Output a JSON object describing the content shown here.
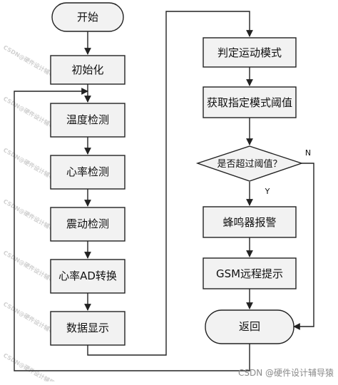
{
  "nodes": {
    "start": "开始",
    "init": "初始化",
    "temp": "温度检测",
    "heart": "心率检测",
    "vibe": "震动检测",
    "heart_ad": "心率AD转换",
    "display": "数据显示",
    "judge_mode": "判定运动模式",
    "get_threshold": "获取指定模式阈值",
    "exceed": "是否超过阈值？",
    "buzzer": "蜂鸣器报警",
    "gsm": "GSM远程提示",
    "return": "返回"
  },
  "edge_labels": {
    "no": "N",
    "yes": "Y"
  },
  "watermark": {
    "repeated_text": "CSDN@硬件设计辅导猿",
    "credit": "CSDN @硬件设计辅导猿"
  }
}
